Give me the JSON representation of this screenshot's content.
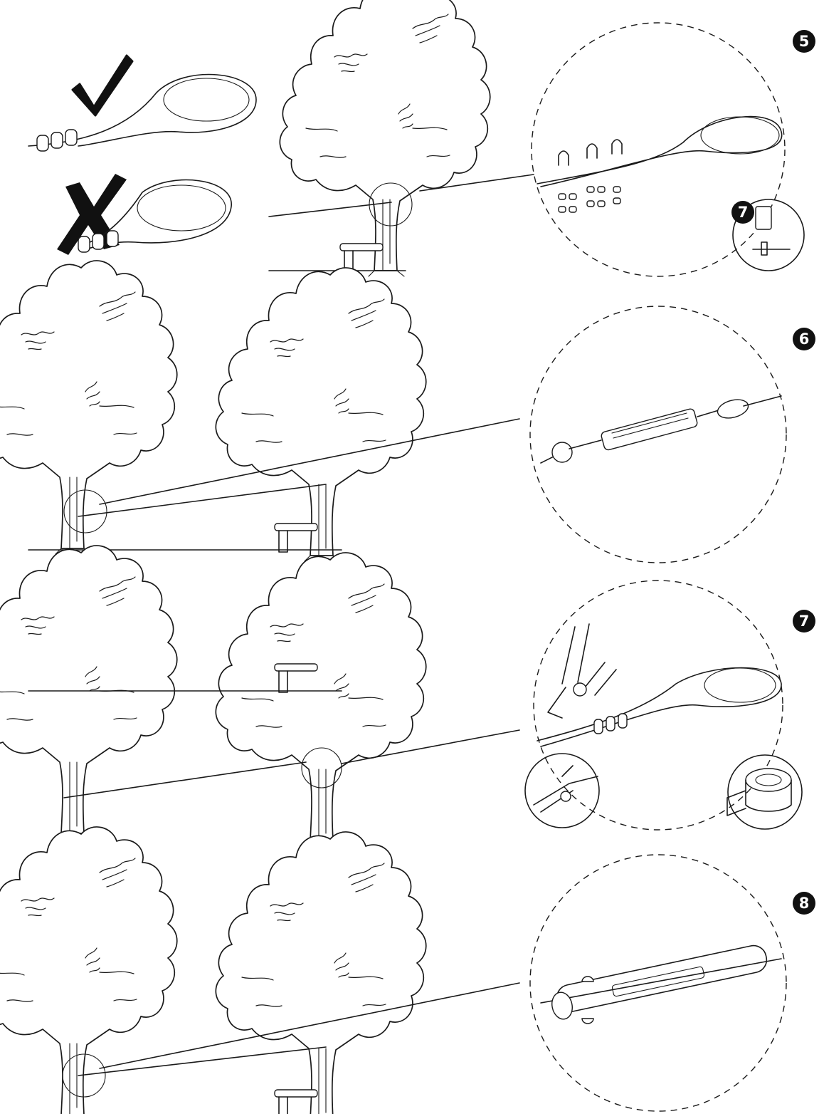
{
  "steps": [
    {
      "number": "5",
      "icon": "tree-anchor-cable-clamps"
    },
    {
      "number": "6",
      "icon": "turnbuckle-tensioning"
    },
    {
      "number": "7",
      "icon": "cut-cable-and-tape"
    },
    {
      "number": "8",
      "icon": "turnbuckle-cover-tube"
    }
  ],
  "inset_badge": "7",
  "colors": {
    "ink": "#1a1a1a",
    "badge": "#111111"
  }
}
